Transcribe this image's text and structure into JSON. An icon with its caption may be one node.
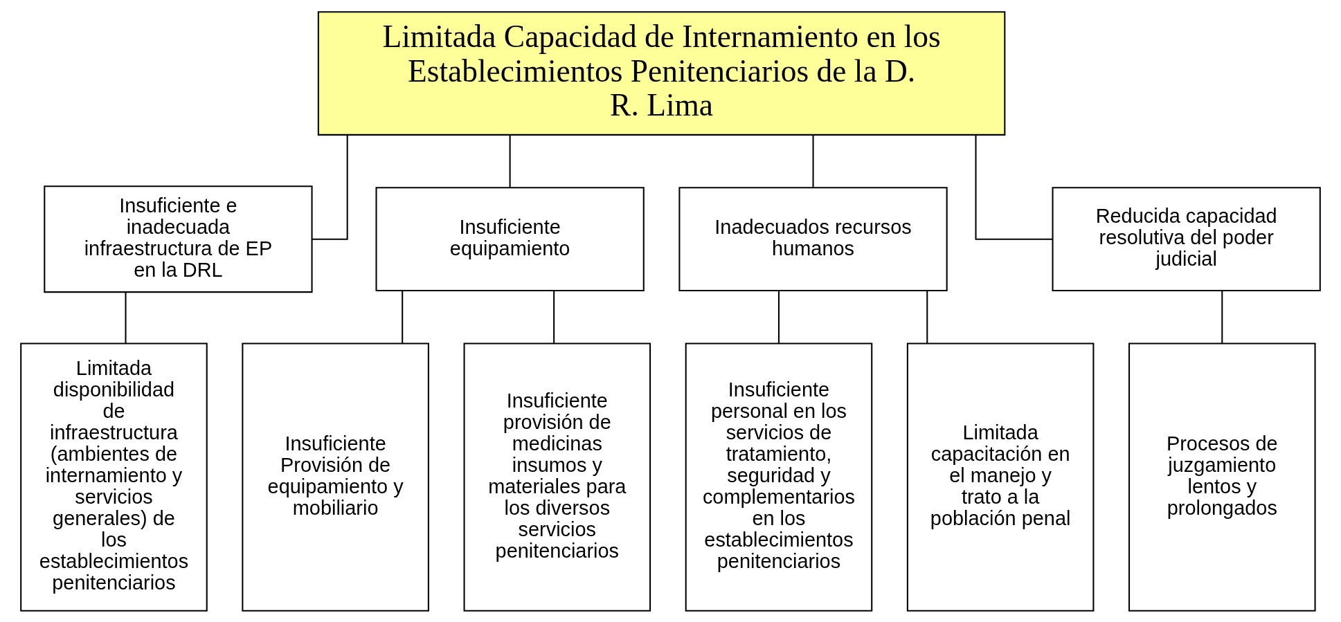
{
  "diagram": {
    "nodes": [
      {
        "text": [
          "Limitada Capacidad de Internamiento en los Establecimientos Penitenciarios de la D. R. Lima"
        ]
      },
      {
        "text": [
          "Insuficiente e inadecuada infraestructura de EP en la DRL"
        ]
      },
      {
        "text": [
          "Insuficiente equipamiento"
        ]
      },
      {
        "text": [
          "Inadecuados recursos humanos"
        ]
      },
      {
        "text": [
          "Reducida capacidad resolutiva del poder judicial"
        ]
      },
      {
        "text": [
          "Limitada disponibilidad de infraestructura (ambientes de internamiento y servicios generales) de los establecimientos penitenciarios"
        ]
      },
      {
        "text": [
          "Insuficiente Provisión de equipamiento y mobiliario"
        ]
      },
      {
        "text": [
          "Insuficiente provisión de medicinas insumos y materiales para los diversos servicios penitenciarios"
        ]
      },
      {
        "text": [
          "Insuficiente personal en los servicios de tratamiento, seguridad y complementarios en los establecimientos penitenciarios"
        ]
      },
      {
        "text": [
          "Limitada capacitación en el manejo y trato a la población penal"
        ]
      },
      {
        "text": [
          "Procesos de juzgamiento lentos y prolongados"
        ]
      }
    ],
    "edges": [
      {
        "from": 0,
        "to": 1,
        "arrow": "none"
      },
      {
        "from": 0,
        "to": 2,
        "arrow": "none"
      },
      {
        "from": 0,
        "to": 3,
        "arrow": "none"
      },
      {
        "from": 0,
        "to": 4,
        "arrow": "none"
      },
      {
        "from": 1,
        "to": 5,
        "arrow": "none"
      },
      {
        "from": 2,
        "to": 6,
        "arrow": "none"
      },
      {
        "from": 2,
        "to": 7,
        "arrow": "none"
      },
      {
        "from": 3,
        "to": 8,
        "arrow": "none"
      },
      {
        "from": 3,
        "to": 9,
        "arrow": "none"
      },
      {
        "from": 4,
        "to": 10,
        "arrow": "none"
      }
    ]
  }
}
